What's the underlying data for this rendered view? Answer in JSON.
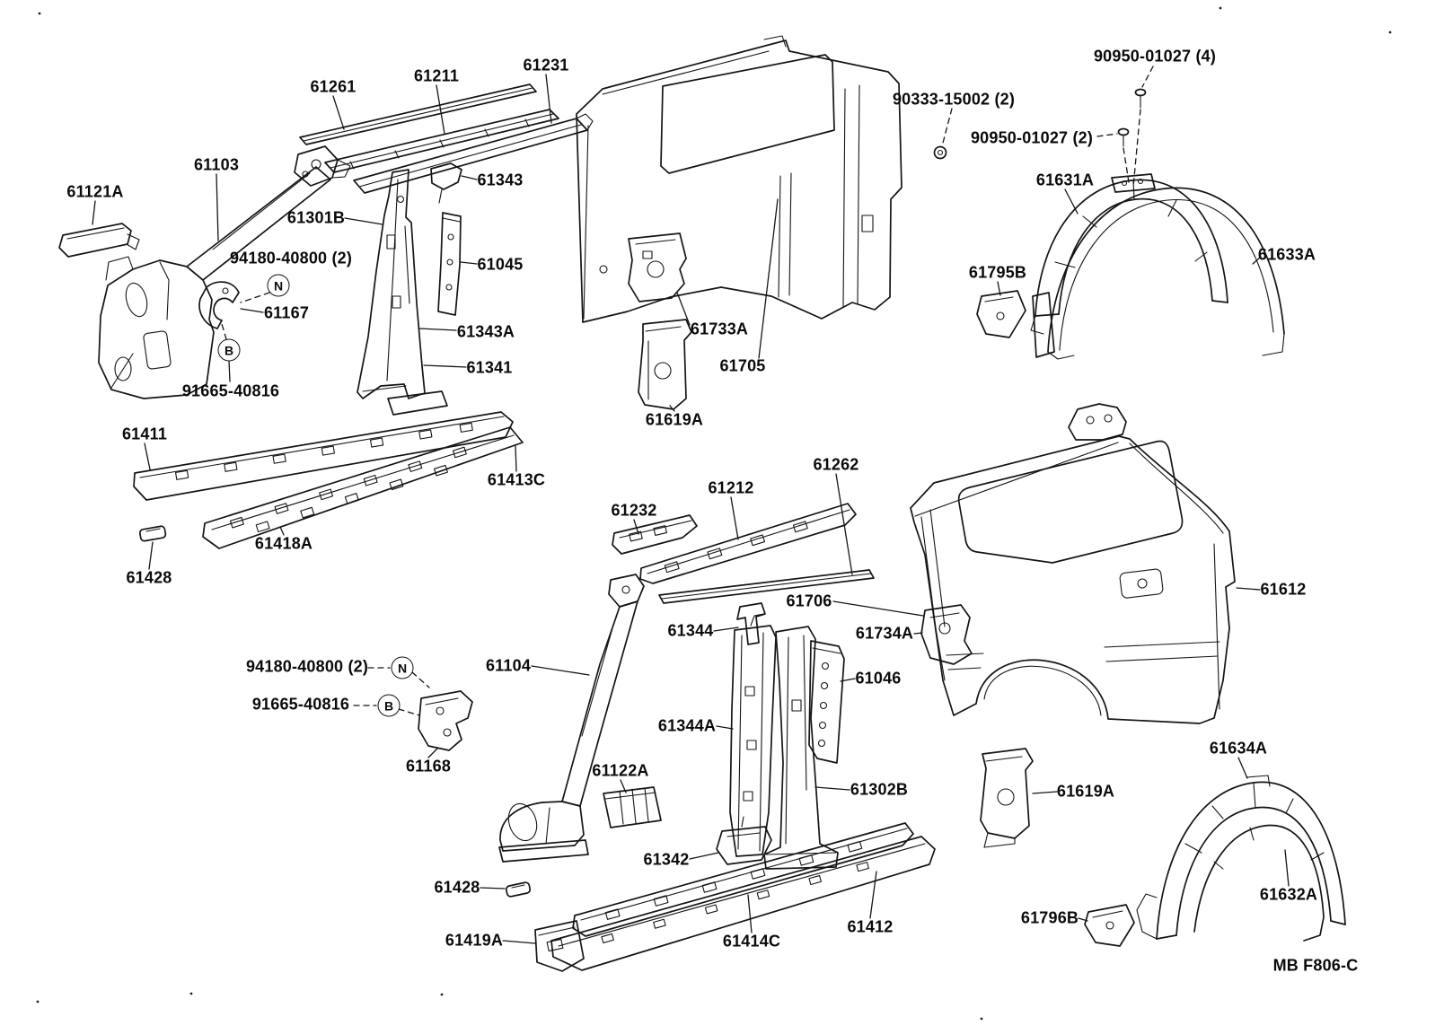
{
  "diagram": {
    "figure_code": "MB F806-C",
    "fastener_symbols": [
      {
        "letter": "N"
      },
      {
        "letter": "B"
      },
      {
        "letter": "N"
      },
      {
        "letter": "B"
      }
    ],
    "labels": [
      {
        "text": "61261"
      },
      {
        "text": "61211"
      },
      {
        "text": "61231"
      },
      {
        "text": "61103"
      },
      {
        "text": "61121A"
      },
      {
        "text": "61343"
      },
      {
        "text": "61301B"
      },
      {
        "text": "94180-40800 (2)"
      },
      {
        "text": "61045"
      },
      {
        "text": "61167"
      },
      {
        "text": "61343A"
      },
      {
        "text": "61341"
      },
      {
        "text": "91665-40816"
      },
      {
        "text": "61411"
      },
      {
        "text": "61413C"
      },
      {
        "text": "61418A"
      },
      {
        "text": "61428"
      },
      {
        "text": "90333-15002 (2)"
      },
      {
        "text": "90950-01027 (4)"
      },
      {
        "text": "90950-01027 (2)"
      },
      {
        "text": "61631A"
      },
      {
        "text": "61633A"
      },
      {
        "text": "61795B"
      },
      {
        "text": "61733A"
      },
      {
        "text": "61705"
      },
      {
        "text": "61619A"
      },
      {
        "text": "61262"
      },
      {
        "text": "61212"
      },
      {
        "text": "61232"
      },
      {
        "text": "61612"
      },
      {
        "text": "61706"
      },
      {
        "text": "61734A"
      },
      {
        "text": "61344"
      },
      {
        "text": "61104"
      },
      {
        "text": "94180-40800 (2)"
      },
      {
        "text": "61046"
      },
      {
        "text": "91665-40816"
      },
      {
        "text": "61344A"
      },
      {
        "text": "61168"
      },
      {
        "text": "61122A"
      },
      {
        "text": "61302B"
      },
      {
        "text": "61619A"
      },
      {
        "text": "61634A"
      },
      {
        "text": "61342"
      },
      {
        "text": "61428"
      },
      {
        "text": "61419A"
      },
      {
        "text": "61414C"
      },
      {
        "text": "61412"
      },
      {
        "text": "61796B"
      },
      {
        "text": "61632A"
      }
    ]
  }
}
